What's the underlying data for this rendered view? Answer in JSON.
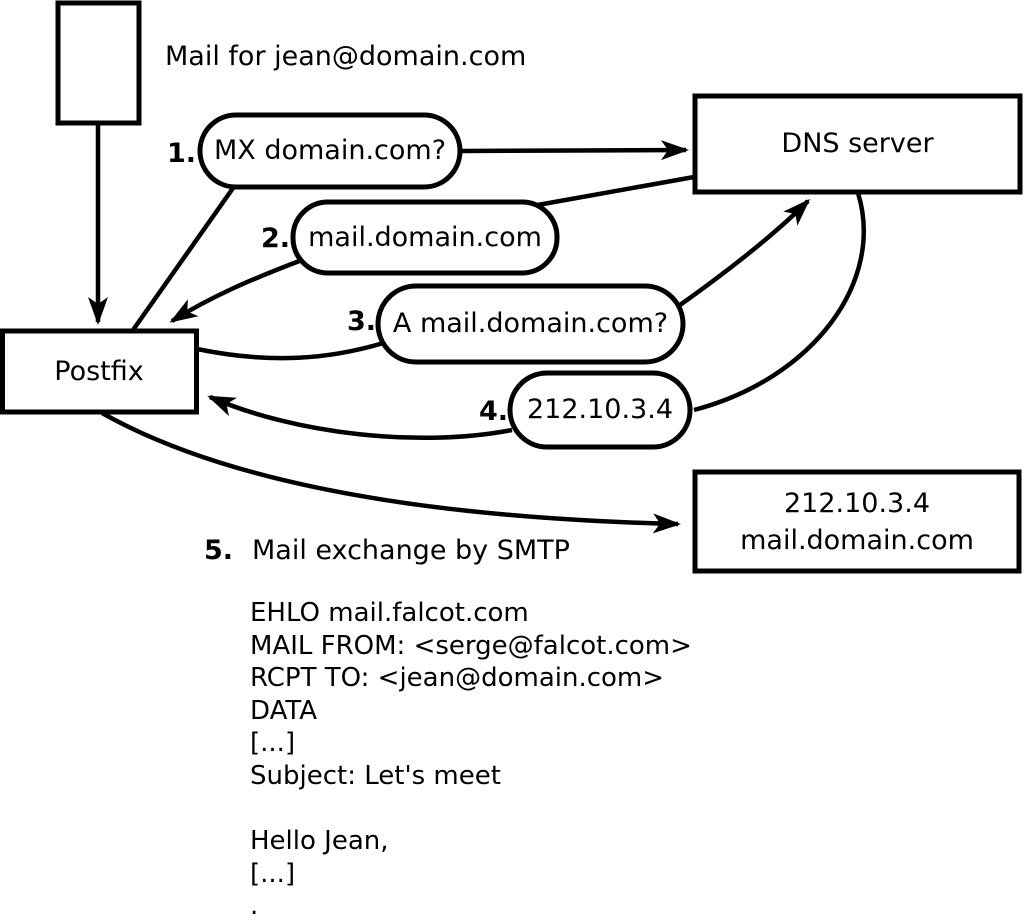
{
  "colors": {
    "stroke": "#000000",
    "background": "#ffffff"
  },
  "diagram": {
    "mail_label": "Mail for jean@domain.com",
    "nodes": {
      "postfix": "Postfix",
      "dns": "DNS server",
      "mailserver_line1": "212.10.3.4",
      "mailserver_line2": "mail.domain.com"
    },
    "steps": [
      {
        "num": "1.",
        "label": "MX domain.com?"
      },
      {
        "num": "2.",
        "label": "mail.domain.com"
      },
      {
        "num": "3.",
        "label": "A mail.domain.com?"
      },
      {
        "num": "4.",
        "label": "212.10.3.4"
      },
      {
        "num": "5.",
        "label": "Mail exchange by SMTP"
      }
    ],
    "smtp_session": [
      "EHLO mail.falcot.com",
      "MAIL FROM: <serge@falcot.com>",
      "RCPT TO: <jean@domain.com>",
      "DATA",
      "[...]",
      "Subject: Let's meet",
      "",
      "Hello Jean,",
      "[...]",
      "."
    ]
  }
}
